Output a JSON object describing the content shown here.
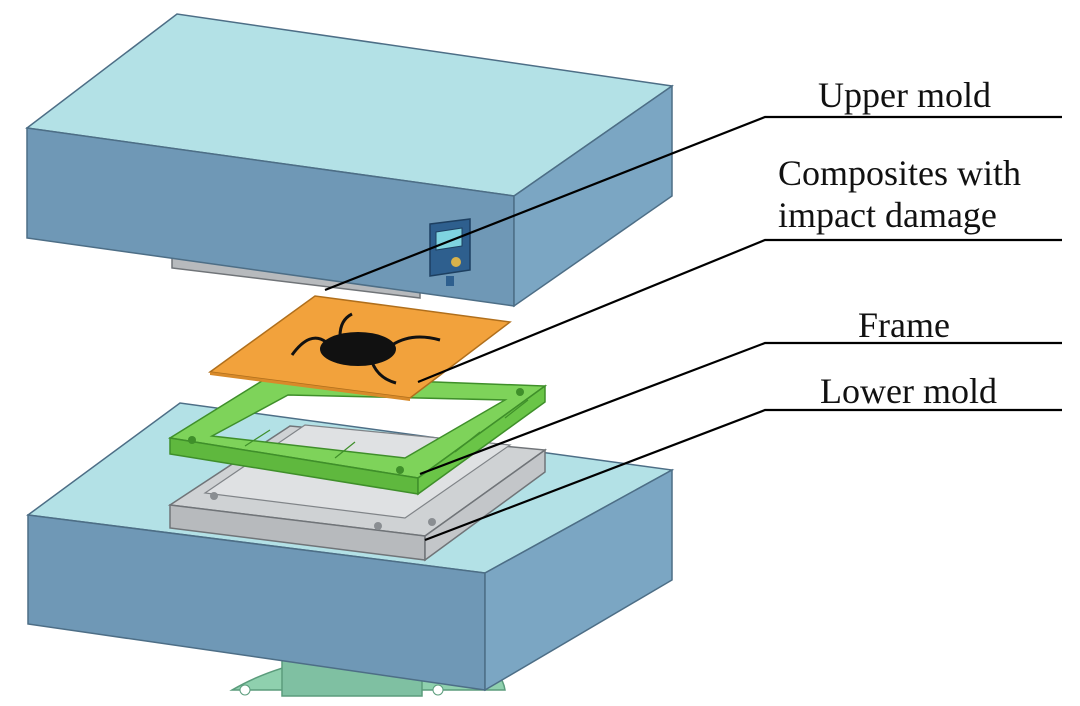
{
  "labels": {
    "upper_mold": "Upper mold",
    "composites_line1": "Composites with",
    "composites_line2": "impact damage",
    "frame": "Frame",
    "lower_mold": "Lower mold"
  },
  "colors": {
    "mold_top": "#b3e1e6",
    "mold_front": "#6f98b6",
    "mold_side": "#7ba6c3",
    "composite": "#f2a23c",
    "damage": "#111111",
    "frame": "#7ed35a",
    "frame_edge": "#3f8f2a",
    "lower_plate": "#cfd2d4",
    "base_flange": "#8fd0ae",
    "leader_line": "#000000"
  }
}
